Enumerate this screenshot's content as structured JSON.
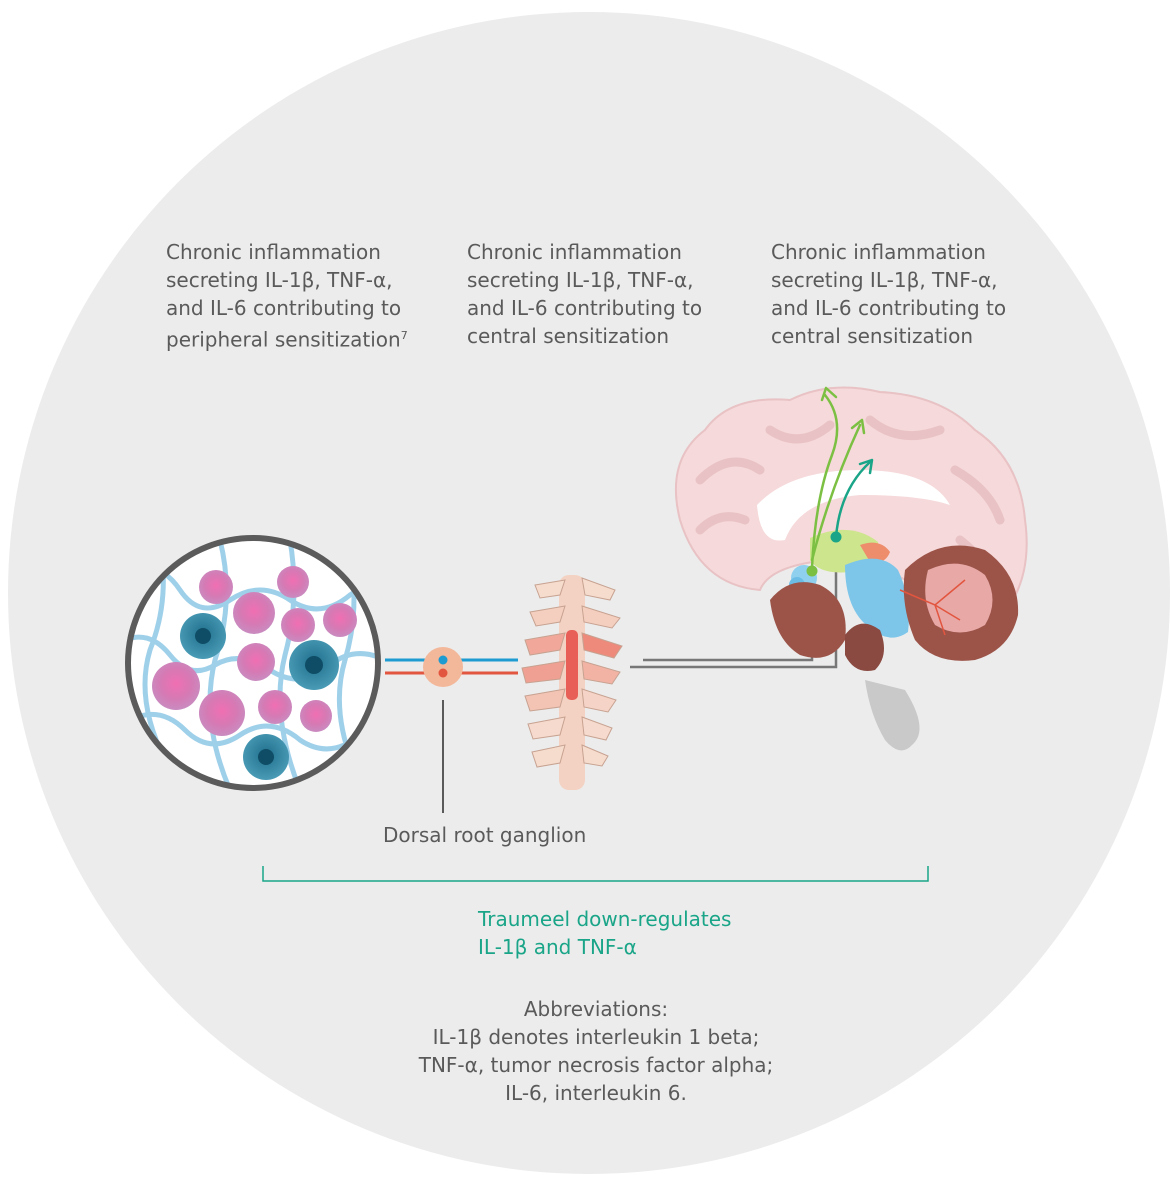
{
  "captions": [
    {
      "lines": [
        "Chronic inflammation",
        "secreting IL-1β, TNF-α,",
        "and IL-6 contributing to",
        "peripheral sensitization"
      ],
      "sup": "7"
    },
    {
      "lines": [
        "Chronic inflammation",
        "secreting IL-1β, TNF-α,",
        "and IL-6 contributing to",
        "central sensitization"
      ],
      "sup": ""
    },
    {
      "lines": [
        "Chronic inflammation",
        "secreting IL-1β, TNF-α,",
        "and IL-6 contributing to",
        "central sensitization"
      ],
      "sup": ""
    }
  ],
  "drg_label": "Dorsal root ganglion",
  "traumeel": {
    "line1": "Traumeel down-regulates",
    "line2": "IL-1β and TNF-α"
  },
  "abbreviations": {
    "heading": "Abbreviations:",
    "lines": [
      "IL-1β denotes interleukin 1 beta;",
      "TNF-α, tumor necrosis factor alpha;",
      "IL-6, interleukin 6."
    ]
  },
  "colors": {
    "background_circle": "#ececec",
    "accent_green": "#1aa588",
    "nerve_blue": "#1e9bd0",
    "nerve_red": "#e2553f",
    "text": "#5a5a5a"
  }
}
